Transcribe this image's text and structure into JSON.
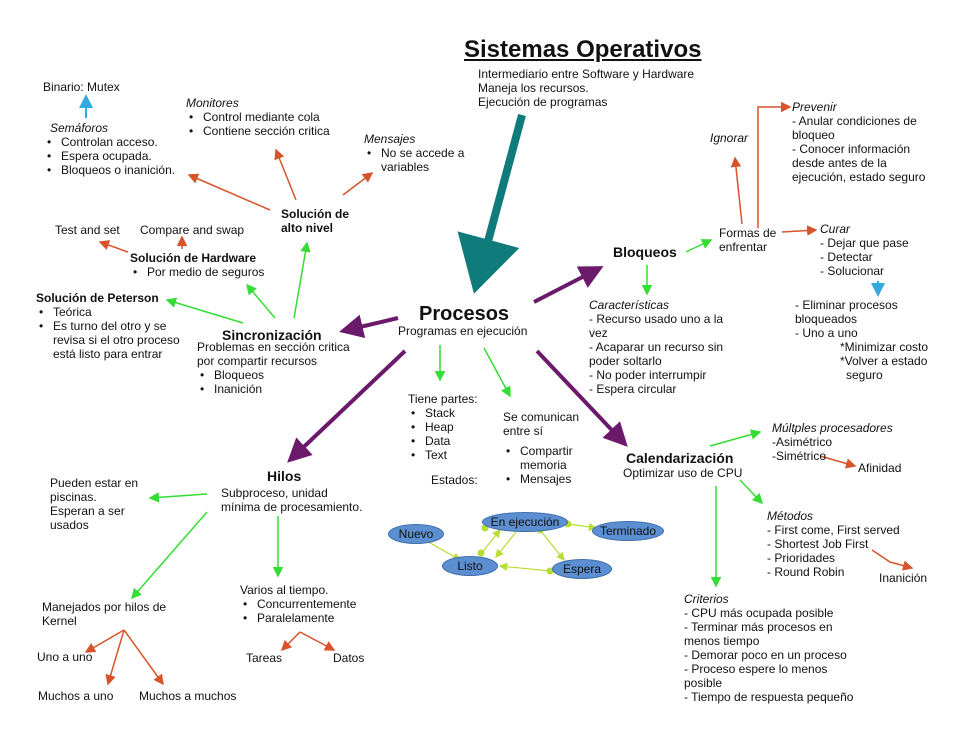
{
  "title": "Sistemas Operativos",
  "title_desc": [
    "Intermediario entre Software y Hardware",
    "Maneja los recursos.",
    "Ejecución de programas"
  ],
  "center": {
    "label": "Procesos",
    "sub": "Programas en ejecución"
  },
  "colors": {
    "teal_arrow": "#0f7b7b",
    "purple_arrow": "#6b1a6b",
    "green_arrow": "#33dd33",
    "orange_arrow": "#d9532a",
    "blue_arrow": "#33aadd",
    "state_fill": "#5b8fd1"
  },
  "sincronizacion": {
    "title": "Sincronización",
    "sub": [
      "Problemas en sección critica",
      "por compartir recursos"
    ],
    "items": [
      "Bloqueos",
      "Inanición"
    ],
    "alto_nivel": {
      "title_1": "Solución de",
      "title_2": "alto nivel"
    },
    "monitores": {
      "title": "Monitores",
      "items": [
        "Control mediante cola",
        "Contiene sección critica"
      ]
    },
    "semaforos": {
      "title": "Semáforos",
      "items": [
        "Controlan acceso.",
        "Espera ocupada.",
        "Bloqueos o inanición."
      ],
      "binario": "Binario: Mutex"
    },
    "mensajes": {
      "title": "Mensajes",
      "items": [
        "No se accede a",
        "variables"
      ]
    },
    "hardware": {
      "title": "Solución de Hardware",
      "items": [
        "Por medio de seguros"
      ],
      "test_and_set": "Test and set",
      "compare_and_swap": "Compare and swap"
    },
    "peterson": {
      "title": "Solución de Peterson",
      "items": [
        "Teórica",
        "Es turno del otro y se",
        "revisa si el otro proceso",
        "está listo para entrar"
      ]
    }
  },
  "hilos": {
    "title": "Hilos",
    "sub": [
      "Subproceso, unidad",
      "mínima de procesamiento."
    ],
    "piscinas": [
      "Pueden estar en",
      "piscinas.",
      "Esperan a ser",
      "usados"
    ],
    "kernel": [
      "Manejados por hilos de",
      "Kernel"
    ],
    "uno_a_uno": "Uno a uno",
    "muchos_a_uno": "Muchos a uno",
    "muchos_a_muchos": "Muchos a muchos",
    "varios": {
      "title": "Varios al tiempo.",
      "items": [
        "Concurrentemente",
        "Paralelamente"
      ]
    },
    "tareas": "Tareas",
    "datos": "Datos"
  },
  "partes": {
    "title": "Tiene partes:",
    "items": [
      "Stack",
      "Heap",
      "Data",
      "Text"
    ],
    "estados": "Estados:"
  },
  "comunican": {
    "title": [
      "Se comunican",
      "entre sí"
    ],
    "items": [
      "Compartir",
      "memoria",
      "Mensajes"
    ]
  },
  "states": {
    "nuevo": "Nuevo",
    "ejecucion": "En ejecución",
    "terminado": "Terminado",
    "listo": "Listo",
    "espera": "Espera"
  },
  "bloqueos": {
    "title": "Bloqueos",
    "caracteristicas": {
      "title": "Características",
      "items": [
        "- Recurso usado uno a la",
        "vez",
        "- Acaparar un recurso sin",
        "poder soltarlo",
        "- No poder interrumpir",
        "- Espera circular"
      ]
    },
    "formas": [
      "Formas de",
      "enfrentar"
    ],
    "ignorar": "Ignorar",
    "prevenir": {
      "title": "Prevenir",
      "items": [
        "- Anular condiciones de",
        "bloqueo",
        "- Conocer información",
        "desde antes de la",
        "ejecución, estado seguro"
      ]
    },
    "curar": {
      "title": "Curar",
      "items": [
        "- Dejar que pase",
        "- Detectar",
        "- Solucionar"
      ]
    },
    "eliminar": [
      "- Eliminar procesos",
      "bloqueados",
      "- Uno a uno"
    ],
    "minimizar": [
      "*Minimizar costo",
      "*Volver a estado",
      "seguro"
    ]
  },
  "calendarizacion": {
    "title": "Calendarización",
    "sub": "Optimizar uso de CPU",
    "multiples": {
      "title": "Múltples procesadores",
      "items": [
        "-Asimétrico",
        "-Simétrico"
      ]
    },
    "afinidad": "Afinidad",
    "metodos": {
      "title": "Métodos",
      "items": [
        "- First come, First served",
        "- Shortest Job First",
        "- Prioridades",
        "- Round Robin"
      ]
    },
    "inanicion": "Inanición",
    "criterios": {
      "title": "Criterios",
      "items": [
        "- CPU más ocupada posible",
        "- Terminar más procesos en",
        "menos tiempo",
        "- Demorar poco en un proceso",
        "- Proceso espere lo menos",
        "posible",
        "- Tiempo de respuesta pequeño"
      ]
    }
  }
}
